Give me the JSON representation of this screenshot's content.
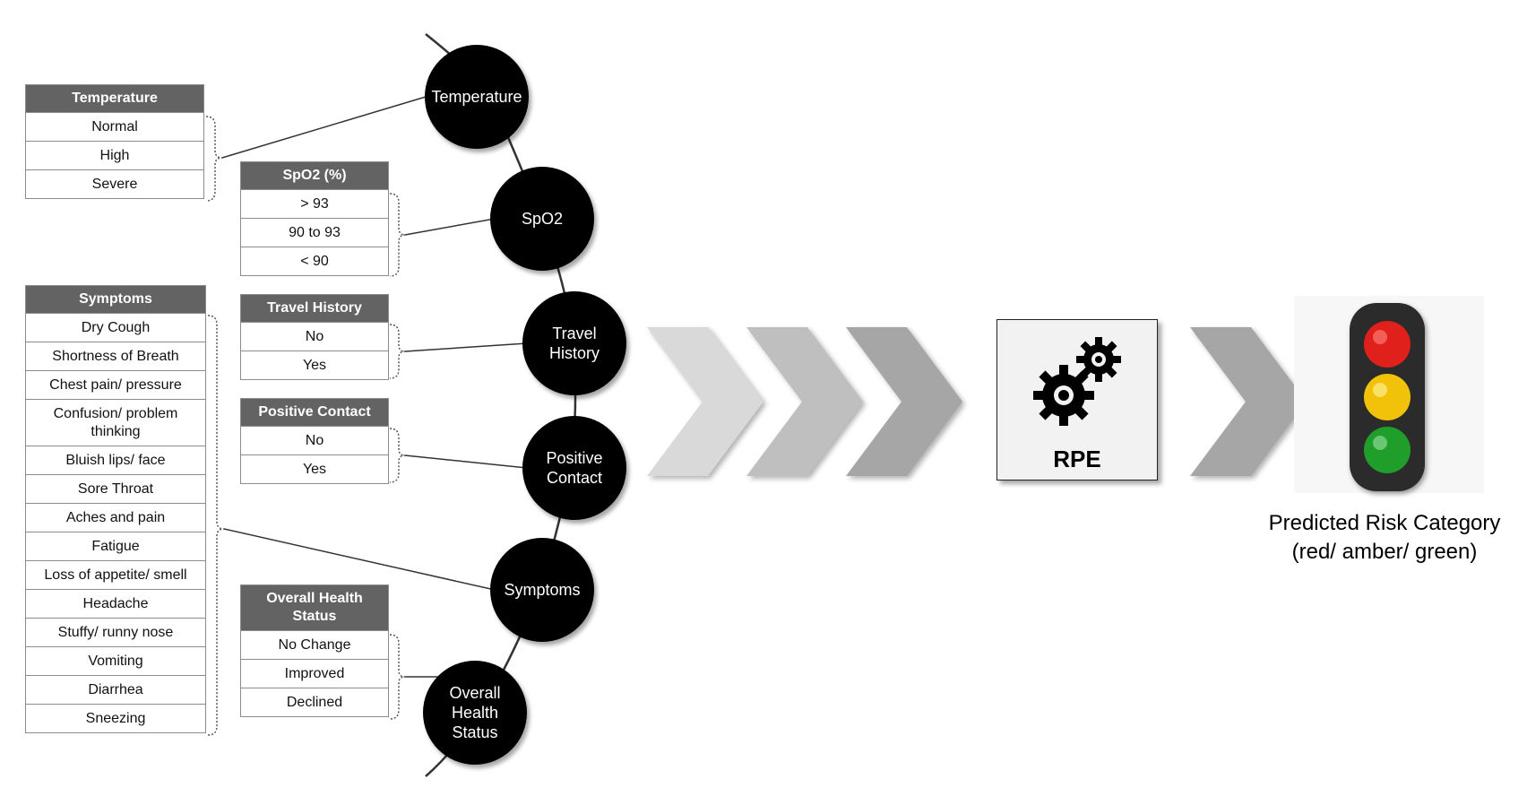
{
  "tables": [
    {
      "id": "temperature",
      "header": "Temperature",
      "rows": [
        "Normal",
        "High",
        "Severe"
      ]
    },
    {
      "id": "spo2",
      "header": "SpO2 (%)",
      "rows": [
        "> 93",
        "90 to 93",
        "< 90"
      ]
    },
    {
      "id": "travel",
      "header": "Travel History",
      "rows": [
        "No",
        "Yes"
      ]
    },
    {
      "id": "contact",
      "header": "Positive Contact",
      "rows": [
        "No",
        "Yes"
      ]
    },
    {
      "id": "symptoms",
      "header": "Symptoms",
      "rows": [
        "Dry Cough",
        "Shortness of Breath",
        "Chest pain/ pressure",
        "Confusion/ problem thinking",
        "Bluish lips/ face",
        "Sore Throat",
        "Aches and pain",
        "Fatigue",
        "Loss of appetite/ smell",
        "Headache",
        "Stuffy/ runny nose",
        "Vomiting",
        "Diarrhea",
        "Sneezing"
      ]
    },
    {
      "id": "health",
      "header": "Overall Health Status",
      "rows": [
        "No Change",
        "Improved",
        "Declined"
      ]
    }
  ],
  "nodes": [
    {
      "id": "temperature",
      "label": "Temperature"
    },
    {
      "id": "spo2",
      "label": "SpO2"
    },
    {
      "id": "travel",
      "label": "Travel History"
    },
    {
      "id": "contact",
      "label": "Positive Contact"
    },
    {
      "id": "symptoms",
      "label": "Symptoms"
    },
    {
      "id": "health",
      "label": "Overall Health Status"
    }
  ],
  "engine": {
    "label": "RPE",
    "icon": "gears-icon"
  },
  "outcome": {
    "line1": "Predicted Risk Category",
    "line2": "(red/ amber/ green)"
  },
  "traffic_light": {
    "icon": "traffic-light-icon",
    "colors": {
      "red": "#e0201b",
      "amber": "#f2c20a",
      "green": "#1f9e2c"
    }
  },
  "arrow_colors": [
    "#d9d9d9",
    "#bfbfbf",
    "#a6a6a6",
    "#a6a6a6"
  ]
}
